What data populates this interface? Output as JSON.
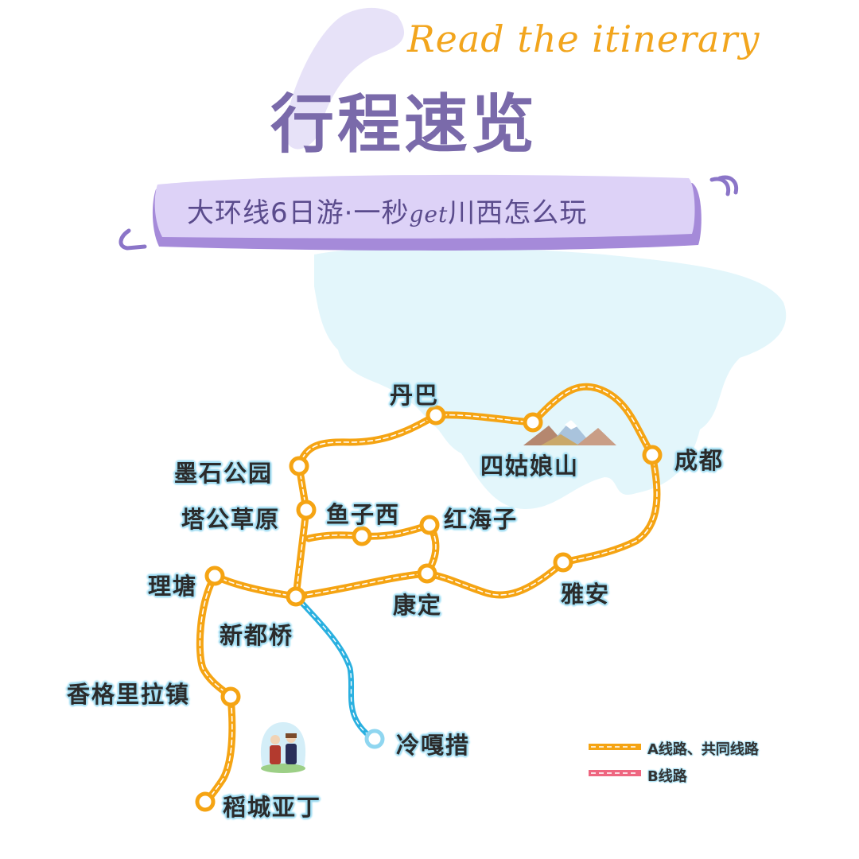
{
  "header": {
    "subtitle_en": "Read the itinerary",
    "title_cn": "行程速览",
    "banner_part1": "大环线6日游·一秒",
    "banner_get": "get",
    "banner_part2": "川西怎么玩"
  },
  "colors": {
    "title_purple": "#7a6aaa",
    "banner_purple": "#d9ccf5",
    "banner_shadow": "#a58ad9",
    "accent_orange": "#f5a413",
    "route_a_orange": "#f5a413",
    "route_b_red": "#ee6680",
    "branch_blue": "#2ab0e0",
    "map_light_blue": "#e3f6fb"
  },
  "map": {
    "stations": [
      {
        "id": "danba",
        "label": "丹巴"
      },
      {
        "id": "siguniang",
        "label": "四姑娘山"
      },
      {
        "id": "chengdu",
        "label": "成都"
      },
      {
        "id": "moshi",
        "label": "墨石公园"
      },
      {
        "id": "tagong",
        "label": "塔公草原"
      },
      {
        "id": "yuzixi",
        "label": "鱼子西"
      },
      {
        "id": "honghaizi",
        "label": "红海子"
      },
      {
        "id": "litang",
        "label": "理塘"
      },
      {
        "id": "kangding",
        "label": "康定"
      },
      {
        "id": "yaan",
        "label": "雅安"
      },
      {
        "id": "xinduqiao",
        "label": "新都桥"
      },
      {
        "id": "shangrila",
        "label": "香格里拉镇"
      },
      {
        "id": "lenggacuo",
        "label": "冷嘎措"
      },
      {
        "id": "daocheng",
        "label": "稻城亚丁"
      }
    ],
    "icons": [
      "mountain-illustration",
      "tibetan-couple-illustration"
    ]
  },
  "legend": {
    "items": [
      {
        "label": "A线路、共同线路",
        "color": "#f5a413"
      },
      {
        "label": "B线路",
        "color": "#ee6680"
      }
    ]
  }
}
